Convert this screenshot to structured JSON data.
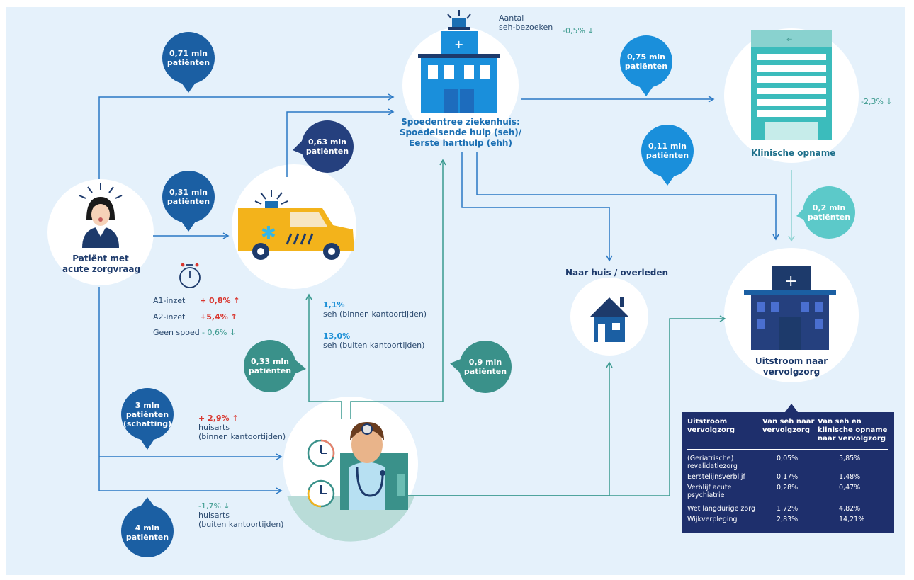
{
  "nodes": {
    "patient": {
      "label_line1": "Patiënt met",
      "label_line2": "acute zorgvraag"
    },
    "seh": {
      "label_line1": "Spoedentree ziekenhuis:",
      "label_line2": "Spoedeisende hulp (seh)/",
      "label_line3": "Eerste harthulp (ehh)"
    },
    "seh_visits": {
      "label_line1": "Aantal",
      "label_line2": "seh-bezoeken",
      "change": "-0,5%",
      "arrow": "↓"
    },
    "clinical": {
      "label": "Klinische opname",
      "change": "-2,3%",
      "arrow": "↓"
    },
    "home": {
      "label": "Naar huis / overleden"
    },
    "outflow": {
      "label_line1": "Uitstroom naar",
      "label_line2": "vervolgzorg"
    }
  },
  "bubbles": {
    "b071": {
      "line1": "0,71 mln",
      "line2": "patiënten",
      "color": "#1b5fa3"
    },
    "b063": {
      "line1": "0,63 mln",
      "line2": "patiënten",
      "color": "#25407e"
    },
    "b031": {
      "line1": "0,31 mln",
      "line2": "patiënten",
      "color": "#1b5fa3"
    },
    "b075": {
      "line1": "0,75 mln",
      "line2": "patiënten",
      "color": "#1a8fdb"
    },
    "b011": {
      "line1": "0,11 mln",
      "line2": "patiënten",
      "color": "#1a8fdb"
    },
    "b02": {
      "line1": "0,2 mln",
      "line2": "patiënten",
      "color": "#5cc9c9"
    },
    "b033": {
      "line1": "0,33 mln",
      "line2": "patiënten",
      "color": "#3a918a"
    },
    "b09": {
      "line1": "0,9 mln",
      "line2": "patiënten",
      "color": "#3a918a"
    },
    "b3": {
      "line1": "3 mln",
      "line2": "patiënten",
      "line3": "(schatting)",
      "color": "#1b5fa3"
    },
    "b4": {
      "line1": "4 mln",
      "line2": "patiënten",
      "color": "#1b5fa3"
    }
  },
  "ambulance_stats": [
    {
      "label": "A1-inzet",
      "value": "+ 0,8%",
      "arrow": "↑",
      "dir": "up"
    },
    {
      "label": "A2-inzet",
      "value": "+5,4%",
      "arrow": "↑",
      "dir": "up"
    },
    {
      "label": "Geen spoed",
      "value": "- 0,6%",
      "arrow": "↓",
      "dir": "down"
    }
  ],
  "seh_referrals": [
    {
      "value": "1,1%",
      "label": "seh (binnen kantoortijden)"
    },
    {
      "value": "13,0%",
      "label": "seh (buiten kantoortijden)"
    }
  ],
  "gp_stats": [
    {
      "value": "+ 2,9%",
      "arrow": "↑",
      "dir": "up",
      "label_line1": "huisarts",
      "label_line2": "(binnen kantoortijden)"
    },
    {
      "value": "-1,7%",
      "arrow": "↓",
      "dir": "down",
      "label_line1": "huisarts",
      "label_line2": "(buiten kantoortijden)"
    }
  ],
  "table": {
    "headers": [
      {
        "line1": "Uitstroom",
        "line2": "vervolgzorg",
        "line3": ""
      },
      {
        "line1": "Van seh naar",
        "line2": "vervolgzorg",
        "line3": ""
      },
      {
        "line1": "Van seh en",
        "line2": "klinische opname",
        "line3": "naar vervolgzorg"
      }
    ],
    "rows": [
      {
        "label_line1": "(Geriatrische)",
        "label_line2": "revalidatiezorg",
        "seh": "0,05%",
        "seh_klinisch": "5,85%"
      },
      {
        "label_line1": "Eerstelijnsverblijf",
        "label_line2": "",
        "seh": "0,17%",
        "seh_klinisch": "1,48%"
      },
      {
        "label_line1": "Verblijf acute",
        "label_line2": "psychiatrie",
        "seh": "0,28%",
        "seh_klinisch": "0,47%"
      },
      {
        "label_line1": "Wet langdurige zorg",
        "label_line2": "",
        "seh": "1,72%",
        "seh_klinisch": "4,82%"
      },
      {
        "label_line1": "Wijkverpleging",
        "label_line2": "",
        "seh": "2,83%",
        "seh_klinisch": "14,21%"
      }
    ]
  },
  "colors": {
    "background": "#e5f1fb",
    "flow_blue": "#2a78c4",
    "flow_teal": "#3a9a90",
    "increase_red": "#d9372f",
    "decrease_green": "#3c9a8e",
    "table_navy": "#1e2f6c"
  },
  "icons": [
    "patient-icon",
    "ambulance-icon",
    "hospital-seh-icon",
    "clinical-building-icon",
    "house-icon",
    "care-building-icon",
    "general-practitioner-icon",
    "stopwatch-icon",
    "clock-icon"
  ]
}
